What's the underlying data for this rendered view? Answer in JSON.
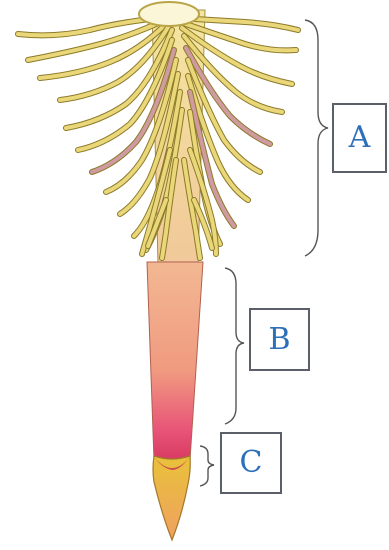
{
  "labels": {
    "a": "A",
    "b": "B",
    "c": "C"
  },
  "colors": {
    "label_text": "#2d6fb8",
    "label_border": "#5a5f6a",
    "root_hair": "#e9d77a",
    "root_hair_outline": "#8c7a2a",
    "root_hair_pink": "#cf9aa0",
    "elongation_top": "#f2a883",
    "elongation_bottom": "#e84a6e",
    "root_cap": "#e8c23a"
  }
}
